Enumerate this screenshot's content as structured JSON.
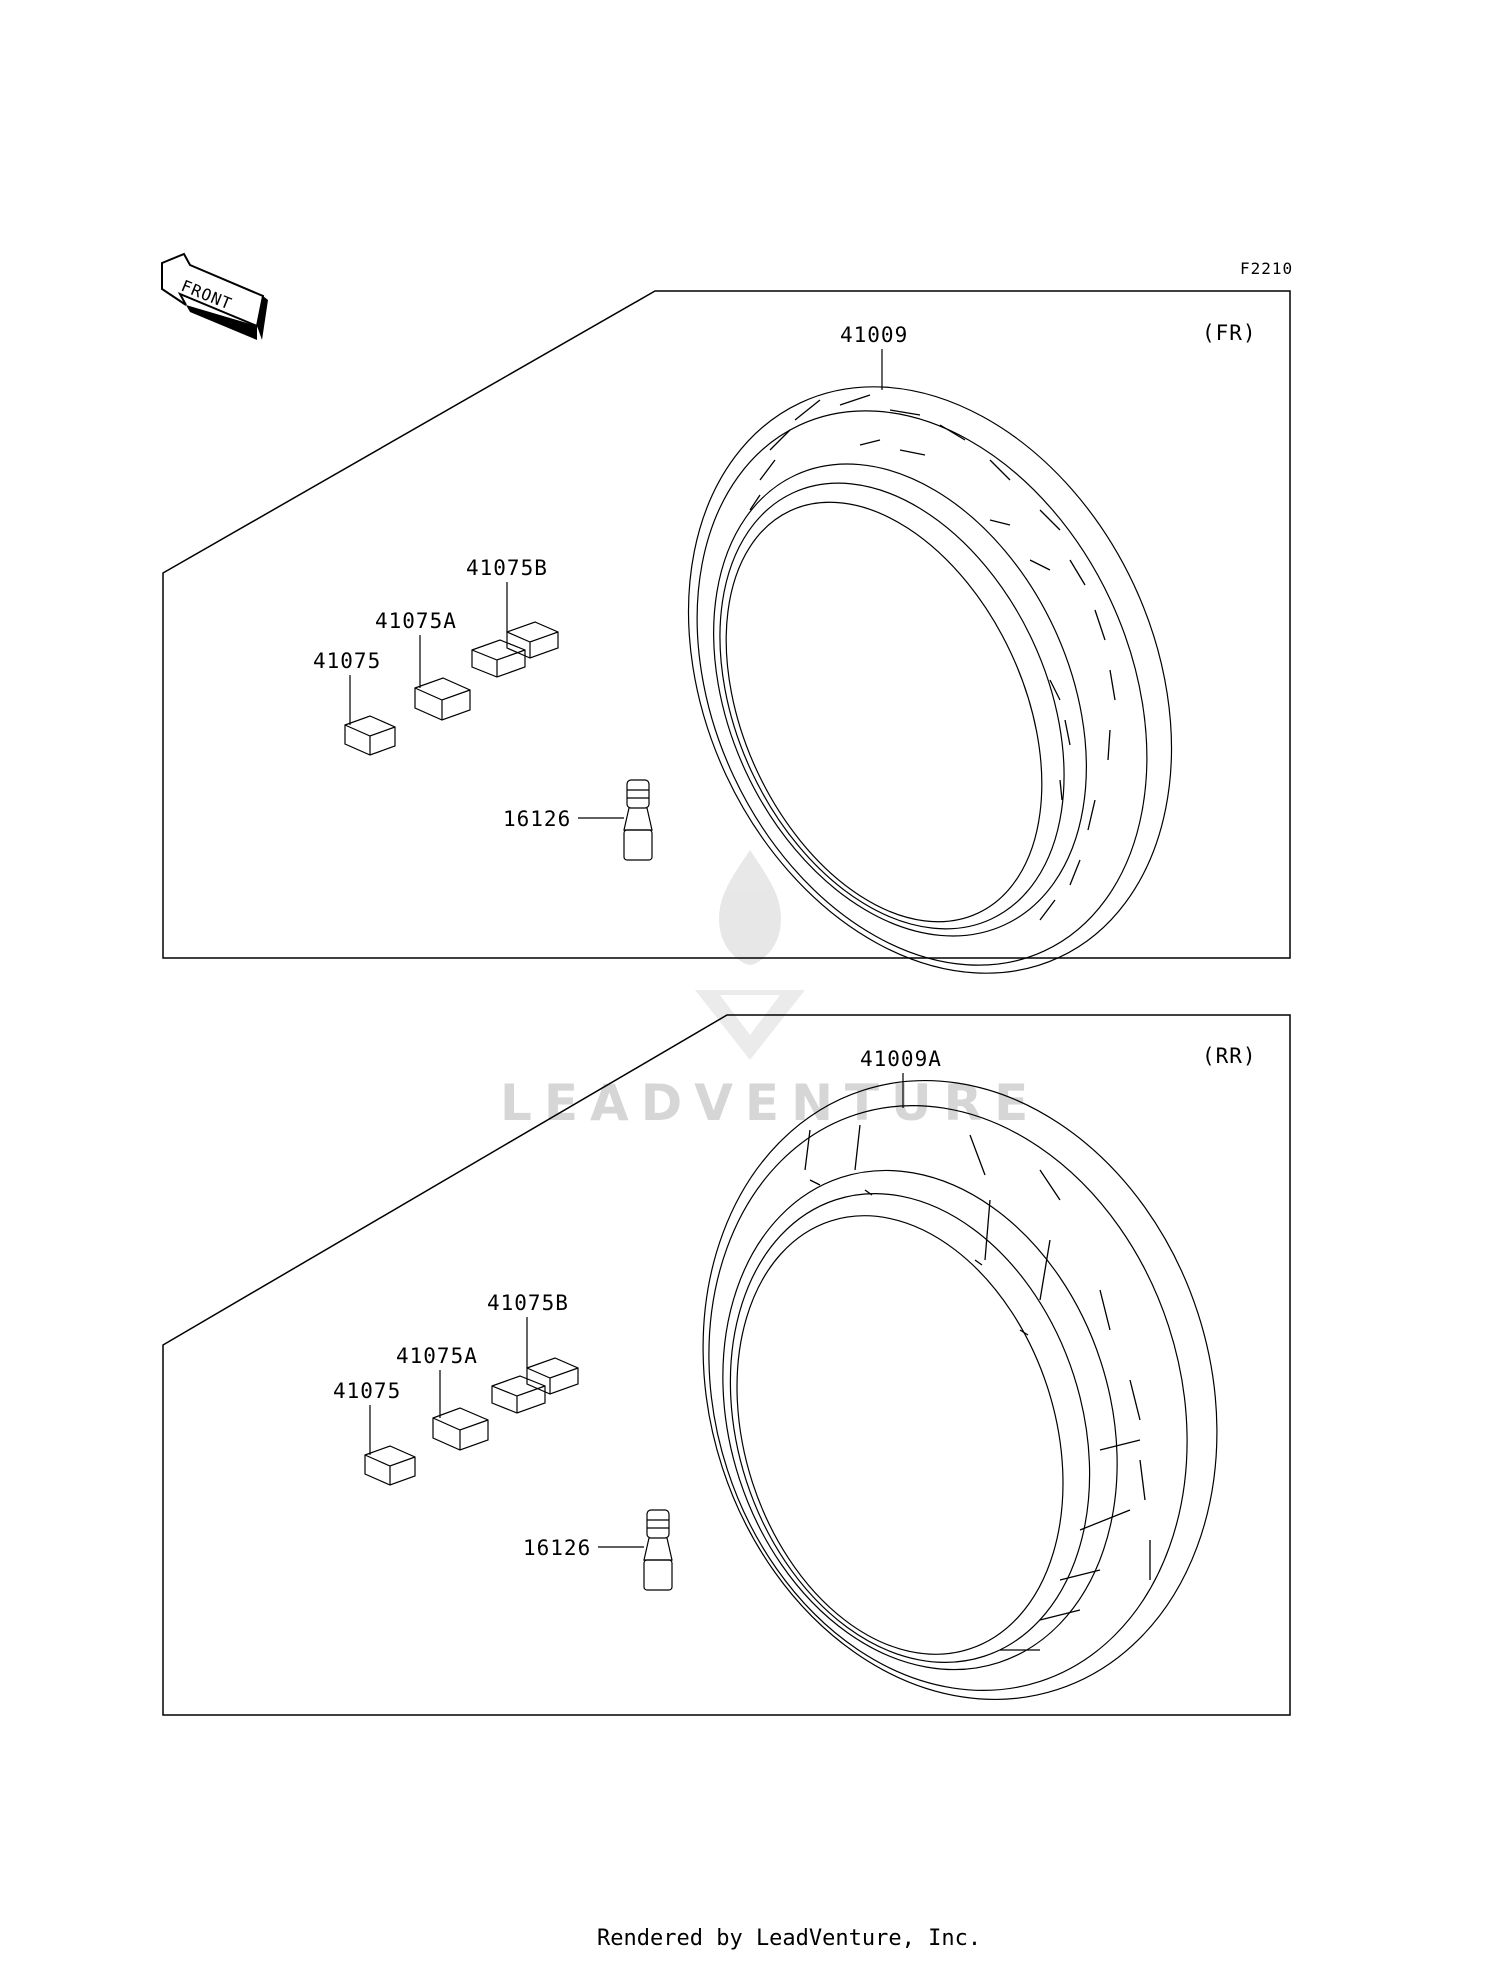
{
  "diagram": {
    "code": "F2210",
    "front_arrow_label": "FRONT",
    "footer": "Rendered by LeadVenture, Inc.",
    "watermark": "LEADVENTURE"
  },
  "front_panel": {
    "position_label": "(FR)",
    "tire_part": "41009",
    "weight_b_part": "41075B",
    "weight_a_part": "41075A",
    "weight_part": "41075",
    "valve_part": "16126"
  },
  "rear_panel": {
    "position_label": "(RR)",
    "tire_part": "41009A",
    "weight_b_part": "41075B",
    "weight_a_part": "41075A",
    "weight_part": "41075",
    "valve_part": "16126"
  }
}
